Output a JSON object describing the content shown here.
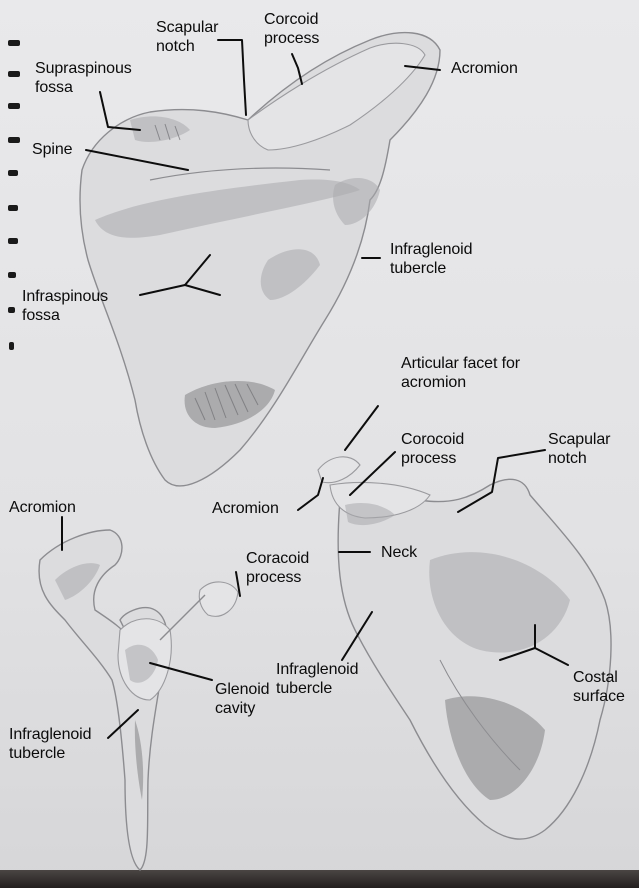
{
  "labels": {
    "scapular_notch_top": "Scapular\nnotch",
    "corcoid_process": "Corcoid\nprocess",
    "acromion_top": "Acromion",
    "supraspinous_fossa": "Supraspinous\nfossa",
    "spine": "Spine",
    "infraglenoid_tubercle_top": "Infraglenoid\ntubercle",
    "infraspinous_fossa": "Infraspinous\nfossa",
    "articular_facet": "Articular facet for\nacromion",
    "corocoid_process": "Corocoid\nprocess",
    "scapular_notch_right": "Scapular\nnotch",
    "acromion_middle": "Acromion",
    "acromion_left": "Acromion",
    "neck": "Neck",
    "coracoid_process": "Coracoid\nprocess",
    "infraglenoid_tubercle_middle": "Infraglenoid\ntubercle",
    "glenoid_cavity": "Glenoid\ncavity",
    "costal_surface": "Costal\nsurface",
    "infraglenoid_tubercle_left": "Infraglenoid\ntubercle"
  },
  "colors": {
    "paper": "#e6e6e8",
    "ink": "#0b0b0b",
    "pencil": "#8c8c90",
    "background": "#1f1c1b"
  },
  "icons": {
    "binding": "spiral-binding-rings"
  }
}
